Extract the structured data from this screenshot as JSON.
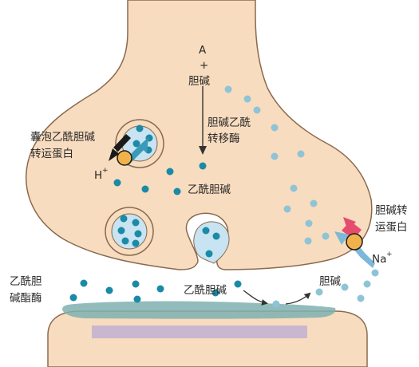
{
  "labels": {
    "substrate_a": "A",
    "plus": "+",
    "choline_top": "胆碱",
    "chat_line1": "胆碱乙酰",
    "chat_line2": "转移酶",
    "vacht_line1": "囊泡乙酰胆碱",
    "vacht_line2": "转运蛋白",
    "proton": "H",
    "proton_charge": "+",
    "ach_inside": "乙酰胆碱",
    "cht_line1": "胆碱转",
    "cht_line2": "运蛋白",
    "sodium": "Na",
    "sodium_charge": "+",
    "ache_line1": "乙酰胆",
    "ache_line2": "碱酯酶",
    "ach_cleft": "乙酰胆碱",
    "choline_cleft": "胆碱"
  },
  "colors": {
    "terminal_fill": "#f8dcbf",
    "terminal_stroke": "#8a6a4e",
    "vesicle_fill": "#c8e3f1",
    "ach_dot": "#1a8aa6",
    "choline_dot": "#8fc3d6",
    "ache_band": "#7fb0b0",
    "receptor_band": "#c9b7cf",
    "transporter_body": "#f2b24b",
    "efflux_arrow": "#e54d6e",
    "influx_arrow": "#7cb8d8",
    "proton_arrow": "#1a1a1a",
    "proton_influx_arrow": "#3a9ab8",
    "flow_arrow": "#333333"
  },
  "icons": {
    "vesicular_transporter": "transporter-circle-icon",
    "choline_transporter": "transporter-circle-icon",
    "pathway_arrow": "arrow-down-icon"
  }
}
